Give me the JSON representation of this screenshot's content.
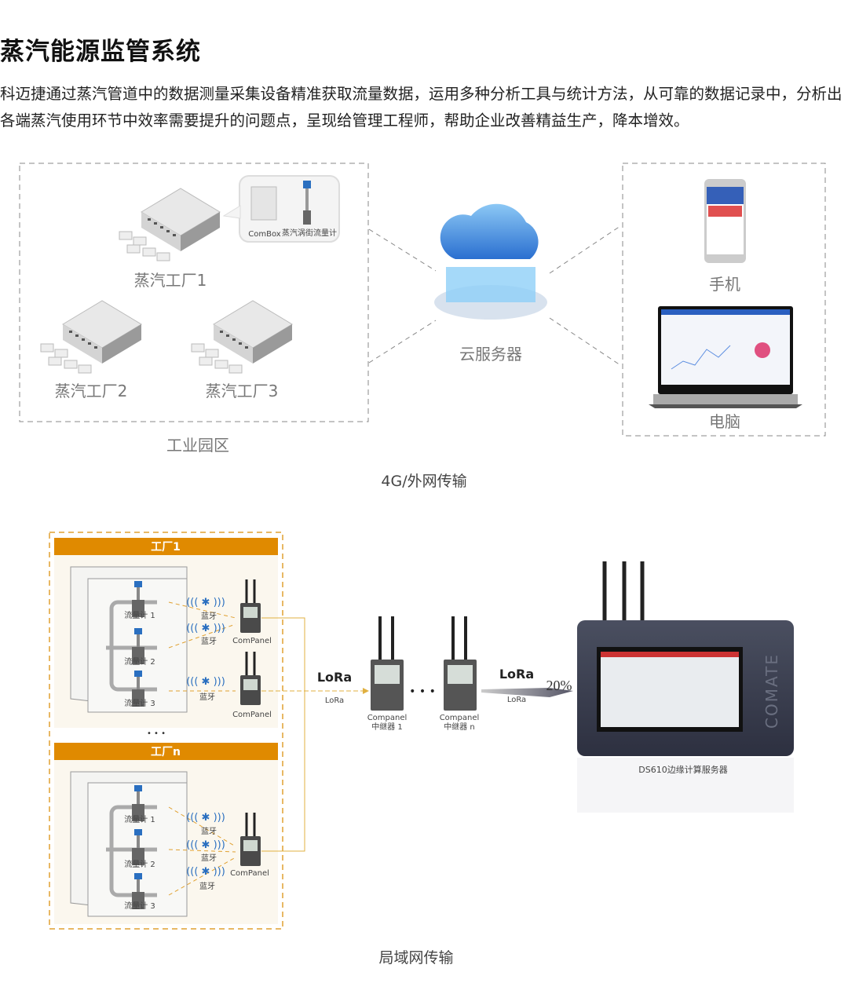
{
  "title": "蒸汽能源监管系统",
  "description": "科迈捷通过蒸汽管道中的数据测量采集设备精准获取流量数据，运用多种分析工具与统计方法，从可靠的数据记录中，分析出各端蒸汽使用环节中效率需要提升的问题点，呈现给管理工程师，帮助企业改善精益生产，降本增效。",
  "top_diagram": {
    "factories": [
      "蒸汽工厂1",
      "蒸汽工厂2",
      "蒸汽工厂3"
    ],
    "callout": {
      "combox": "ComBox",
      "meter": "蒸汽涡街流量计"
    },
    "park_label": "工业园区",
    "cloud_label": "云服务器",
    "phone_label": "手机",
    "pc_label": "电脑",
    "caption": "4G/外网传输"
  },
  "bottom_diagram": {
    "factory_1": "工厂1",
    "factory_n": "工厂n",
    "meters": [
      "流量计 1",
      "流量计 2",
      "流量计 3"
    ],
    "bluetooth": "蓝牙",
    "companel": "ComPanel",
    "companel_alt": "Companel",
    "ellipsis": "• • •",
    "lora_logo": "LoRa",
    "lora_label": "LoRa",
    "repeater_1": "中继器 1",
    "repeater_n": "中继器 n",
    "arrow_text": "20%",
    "server_brand": "COMATE",
    "server_label": "DS610边缘计算服务器",
    "caption": "局域网传输"
  },
  "colors": {
    "orange": "#e08a00",
    "gold_line": "#e0b040",
    "cream": "#fbf7ee",
    "cloud_blue": "#3d8fe0"
  }
}
